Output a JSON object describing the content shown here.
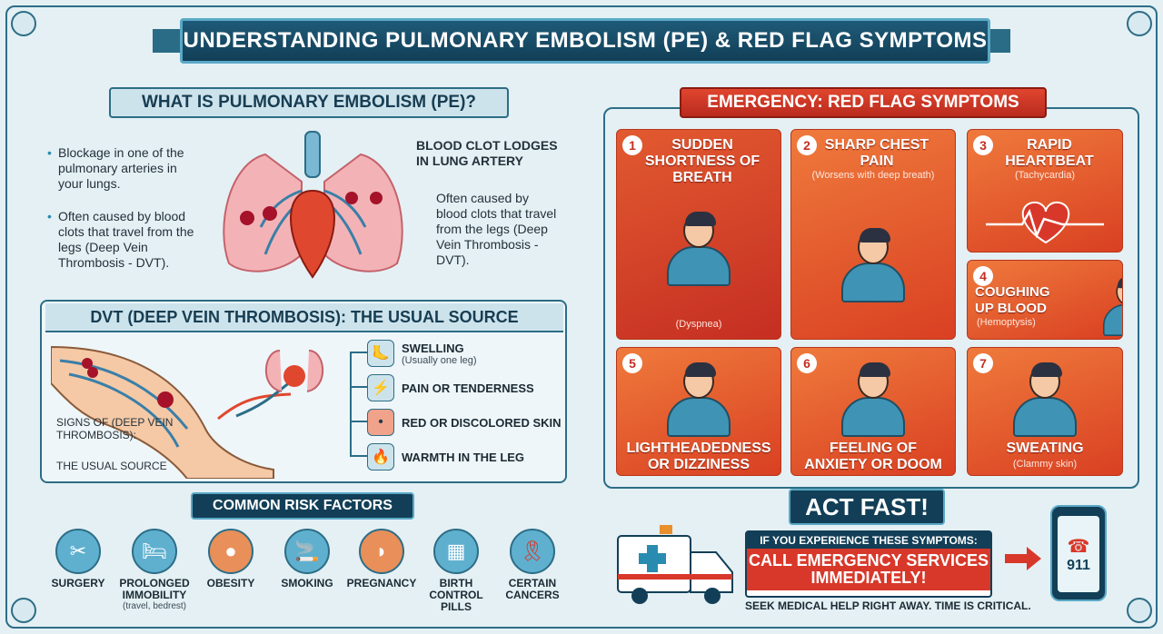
{
  "title": "UNDERSTANDING PULMONARY EMBOLISM (PE) & RED FLAG SYMPTOMS",
  "what_is": {
    "heading": "WHAT IS PULMONARY EMBOLISM (PE)?",
    "bullet1": "Blockage in one of the pulmonary arteries in your lungs.",
    "bullet2": "Often caused by blood clots that travel from the legs (Deep Vein Thrombosis - DVT).",
    "callout_clot": "BLOOD CLOT LODGES IN LUNG ARTERY",
    "callout_cause": "Often caused by blood clots that travel from the legs (Deep Vein Thrombosis - DVT)."
  },
  "dvt": {
    "heading": "DVT (DEEP VEIN THROMBOSIS): THE USUAL SOURCE",
    "signs_title": "SIGNS OF (DEEP VEIN THROMBOSIS):",
    "signs_sub": "THE USUAL SOURCE",
    "signs": [
      {
        "icon": "foot-icon",
        "label": "SWELLING",
        "sub": "(Usually one leg)"
      },
      {
        "icon": "lightning-icon",
        "label": "PAIN OR TENDERNESS",
        "sub": ""
      },
      {
        "icon": "skin-icon",
        "label": "RED OR DISCOLORED SKIN",
        "sub": ""
      },
      {
        "icon": "flame-icon",
        "label": "WARMTH IN THE LEG",
        "sub": ""
      }
    ]
  },
  "risk": {
    "heading": "COMMON RISK FACTORS",
    "items": [
      {
        "icon": "scalpel-icon",
        "label": "SURGERY",
        "sub": ""
      },
      {
        "icon": "bed-icon",
        "label": "PROLONGED IMMOBILITY",
        "sub": "(travel, bedrest)"
      },
      {
        "icon": "obesity-icon",
        "label": "OBESITY",
        "sub": ""
      },
      {
        "icon": "cigarette-icon",
        "label": "SMOKING",
        "sub": ""
      },
      {
        "icon": "pregnancy-icon",
        "label": "PREGNANCY",
        "sub": ""
      },
      {
        "icon": "pills-icon",
        "label": "BIRTH CONTROL PILLS",
        "sub": ""
      },
      {
        "icon": "ribbon-icon",
        "label": "CERTAIN CANCERS",
        "sub": ""
      }
    ]
  },
  "red_flags": {
    "heading": "EMERGENCY: RED FLAG SYMPTOMS",
    "cards": [
      {
        "num": "1",
        "title": "SUDDEN SHORTNESS OF BREATH",
        "sub": "(Dyspnea)"
      },
      {
        "num": "2",
        "title": "SHARP CHEST PAIN",
        "sub": "(Worsens with deep breath)"
      },
      {
        "num": "3",
        "title": "RAPID HEARTBEAT",
        "sub": "(Tachycardia)"
      },
      {
        "num": "4",
        "title": "COUGHING UP BLOOD",
        "sub": "(Hemoptysis)"
      },
      {
        "num": "5",
        "title": "LIGHTHEADEDNESS OR DIZZINESS",
        "sub": ""
      },
      {
        "num": "6",
        "title": "FEELING OF ANXIETY OR DOOM",
        "sub": ""
      },
      {
        "num": "7",
        "title": "SWEATING",
        "sub": "(Clammy skin)"
      }
    ]
  },
  "act": {
    "title": "ACT FAST!",
    "line1": "IF YOU EXPERIENCE THESE SYMPTOMS:",
    "line2": "CALL EMERGENCY SERVICES IMMEDIATELY!",
    "line3": "SEEK MEDICAL HELP RIGHT AWAY. TIME IS CRITICAL.",
    "phone": "911"
  },
  "colors": {
    "accent": "#2d6d86",
    "danger": "#d8382a",
    "card": "#e25a30"
  }
}
